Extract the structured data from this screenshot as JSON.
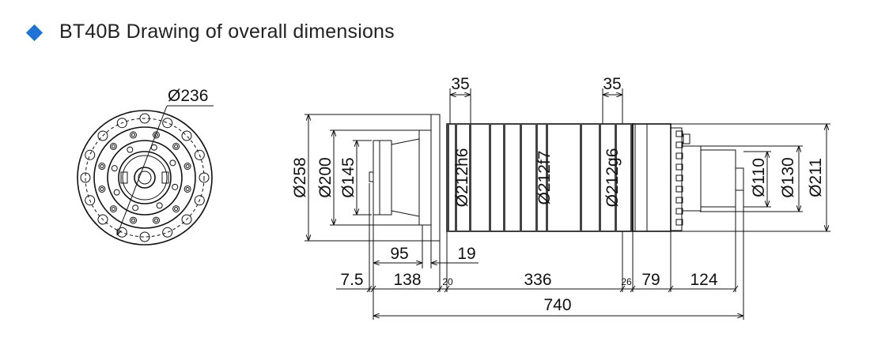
{
  "header": {
    "title": "BT40B Drawing of overall dimensions",
    "accent_color": "#1f73d4"
  },
  "front_view": {
    "diameter": "Ø236"
  },
  "side_view": {
    "diameters": {
      "d258": "Ø258",
      "d200": "Ø200",
      "d145": "Ø145",
      "d212h6": "Ø212h6",
      "d212f7": "Ø212f7",
      "d212g6": "Ø212g6",
      "d110": "Ø110",
      "d130": "Ø130",
      "d211": "Ø211"
    },
    "bearing_widths": [
      "35",
      "35"
    ],
    "upper_lengths": [
      "95",
      "19"
    ],
    "lengths": [
      "7.5",
      "138",
      "20",
      "336",
      "26",
      "79",
      "124"
    ],
    "total_length": "740"
  }
}
